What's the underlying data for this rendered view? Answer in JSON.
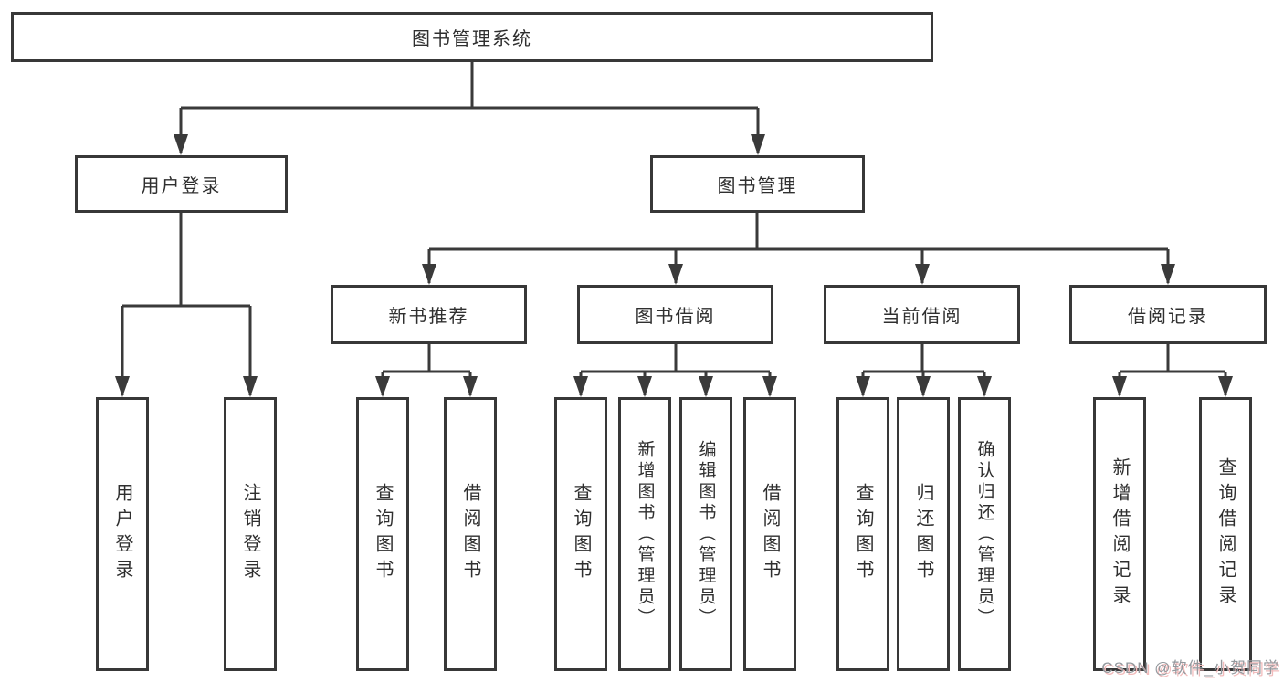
{
  "tree": {
    "root": {
      "label": "图书管理系统"
    },
    "branches": [
      {
        "label": "用户登录",
        "children": [
          {
            "label": "用户登录"
          },
          {
            "label": "注销登录"
          }
        ]
      },
      {
        "label": "图书管理",
        "sections": [
          {
            "label": "新书推荐",
            "children": [
              {
                "label": "查询图书"
              },
              {
                "label": "借阅图书"
              }
            ]
          },
          {
            "label": "图书借阅",
            "children": [
              {
                "label": "查询图书"
              },
              {
                "label": "新增图书（管理员）"
              },
              {
                "label": "编辑图书（管理员）"
              },
              {
                "label": "借阅图书"
              }
            ]
          },
          {
            "label": "当前借阅",
            "children": [
              {
                "label": "查询图书"
              },
              {
                "label": "归还图书"
              },
              {
                "label": "确认归还（管理员）"
              }
            ]
          },
          {
            "label": "借阅记录",
            "children": [
              {
                "label": "新增借阅记录"
              },
              {
                "label": "查询借阅记录"
              }
            ]
          }
        ]
      }
    ]
  },
  "watermark": {
    "text": "CSDN @软件_小贺同学"
  },
  "colors": {
    "line": "#3a3a3a",
    "box_border": "#383838",
    "text": "#2f2f2f",
    "background": "#ffffff",
    "watermark_gray": "#94999e",
    "watermark_pink": "#f2bcbc"
  }
}
